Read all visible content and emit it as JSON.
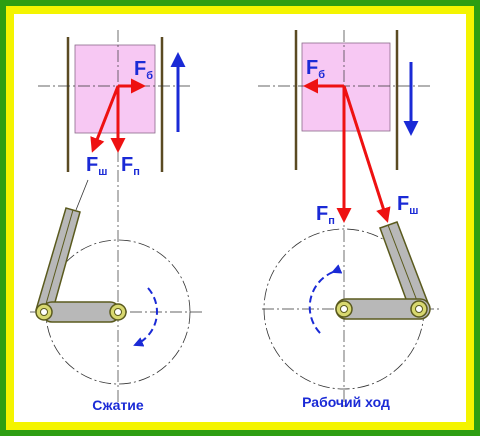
{
  "colors": {
    "outer_frame": "#2e9e12",
    "inner_frame": "#f4f400",
    "piston_fill": "#f7c8f3",
    "force_arrow": "#ee1111",
    "force_label": "#1a2ad6",
    "motion_arrow": "#1a2ad6",
    "rod_fill": "#b8b8b8",
    "rod_stroke": "#5a5a1e",
    "pin_fill": "#d8d870",
    "wall": "#5a4a22"
  },
  "left": {
    "caption": "Сжатие",
    "piston_motion": "up",
    "crank_rotation": "clockwise",
    "labels": {
      "side_force": {
        "main": "F",
        "sub": "б"
      },
      "rod_force": {
        "main": "F",
        "sub": "ш"
      },
      "piston_force": {
        "main": "F",
        "sub": "п"
      }
    }
  },
  "right": {
    "caption": "Рабочий ход",
    "piston_motion": "down",
    "crank_rotation": "clockwise",
    "labels": {
      "side_force": {
        "main": "F",
        "sub": "б"
      },
      "piston_force": {
        "main": "F",
        "sub": "п"
      },
      "rod_force": {
        "main": "F",
        "sub": "ш"
      }
    }
  }
}
